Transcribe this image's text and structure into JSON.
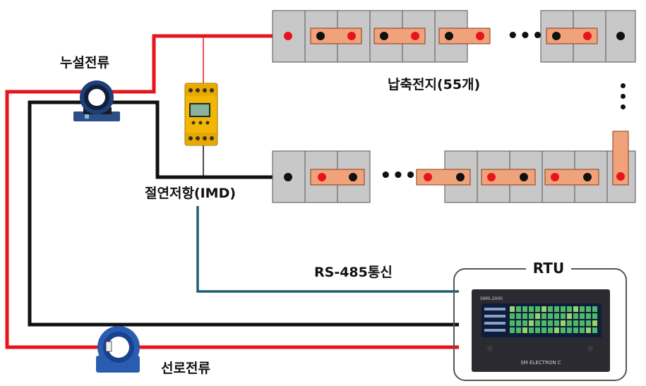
{
  "labels": {
    "leakage_current": "누설전류",
    "battery": "납축전지(55개)",
    "imd": "절연저항(IMD)",
    "rs485": "RS-485통신",
    "rtu": "RTU",
    "line_current": "선로전류",
    "rtu_model": "SIMS-2000",
    "rtu_brand": "SM ELECTRON C"
  },
  "colors": {
    "positive_wire": "#e8141c",
    "negative_wire": "#111111",
    "comm_wire": "#1d5f78",
    "cell_fill": "#c8c8c8",
    "busbar": "#f0a27a",
    "imd_body": "#f2b705",
    "ct_blue": "#2a5db0"
  },
  "icons": {
    "top_ellipsis": "horizontal-ellipsis",
    "right_ellipsis": "vertical-ellipsis",
    "bottom_ellipsis": "horizontal-ellipsis"
  }
}
